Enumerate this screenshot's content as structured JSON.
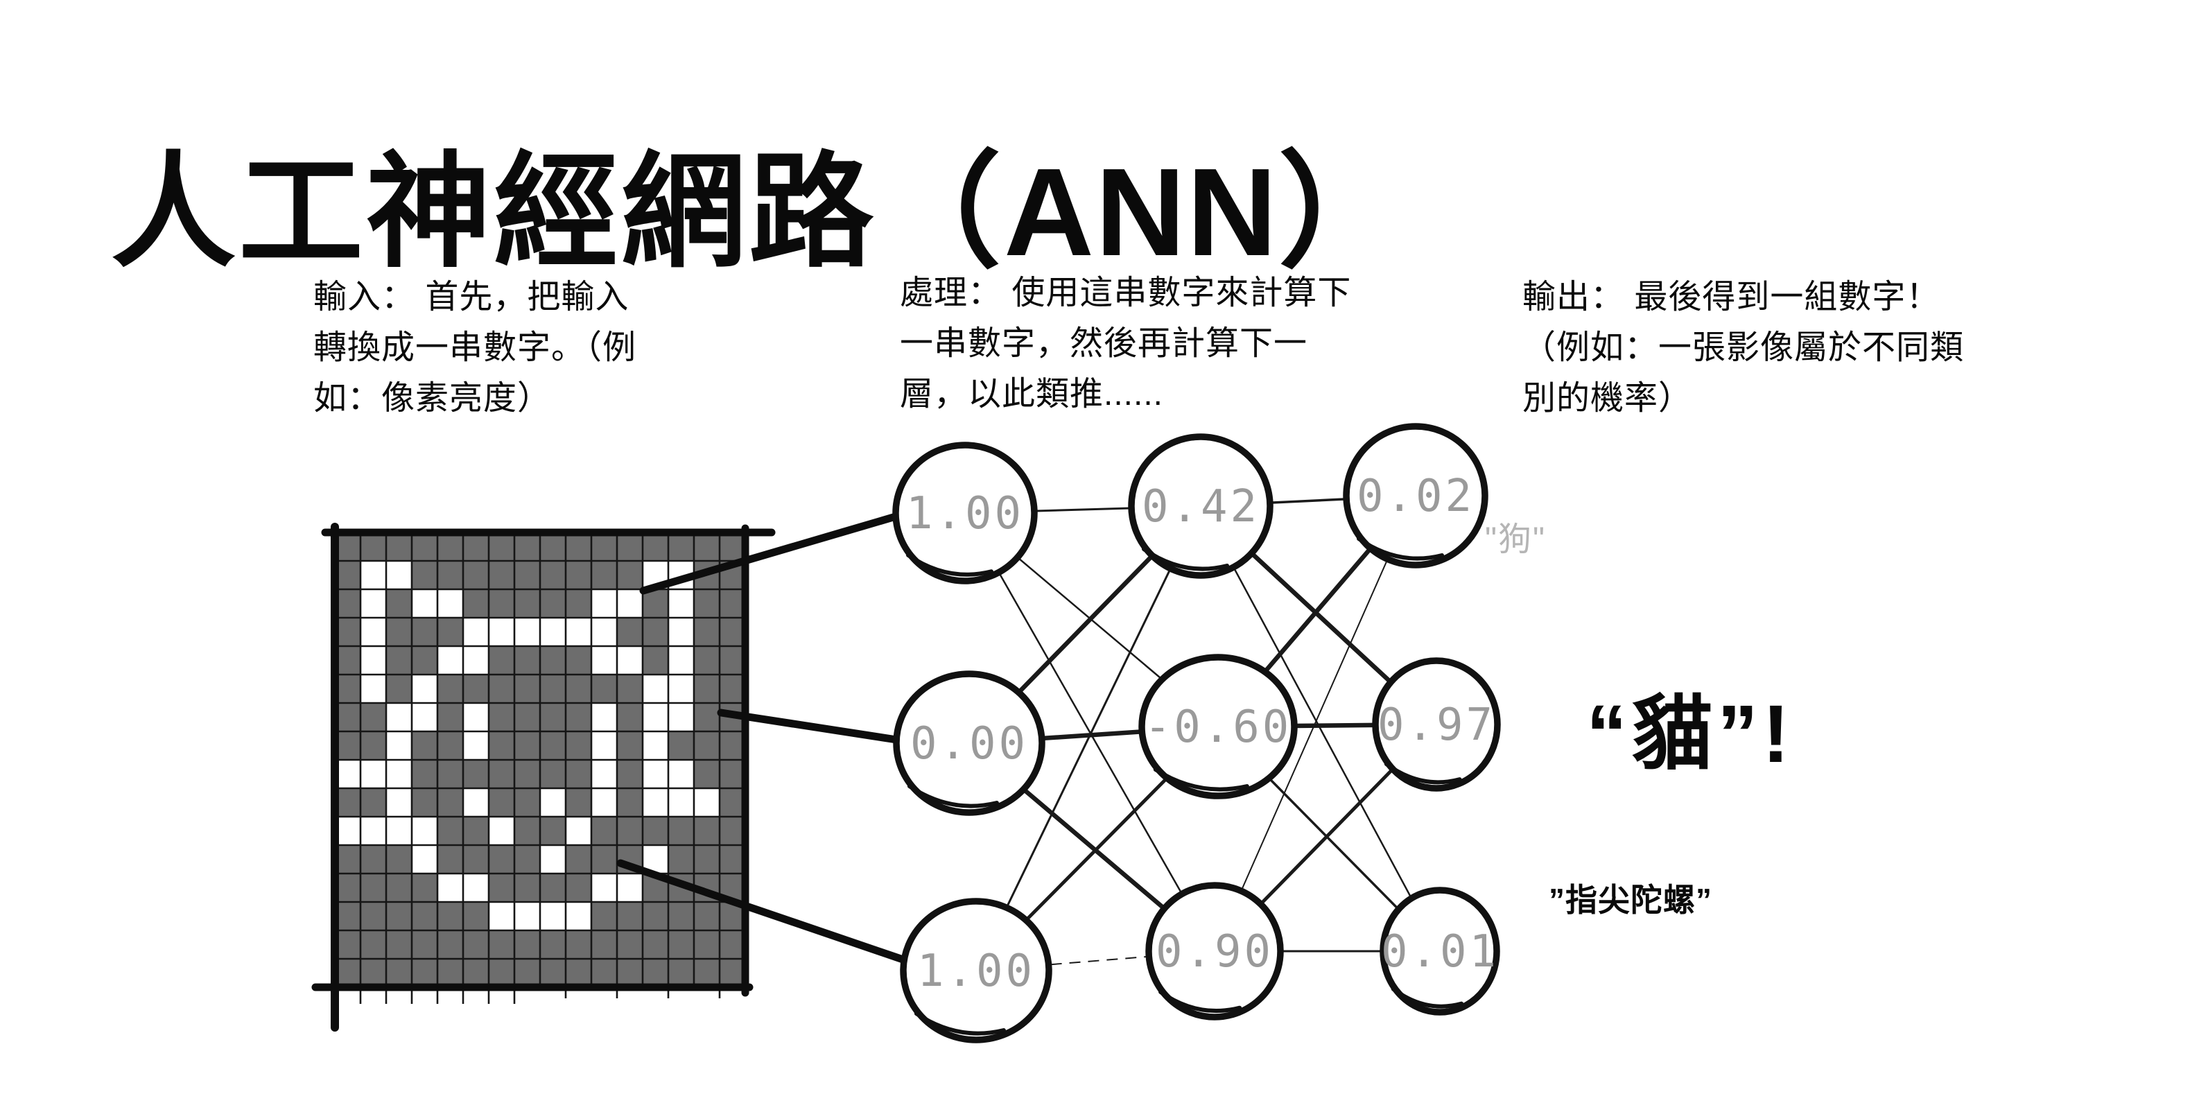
{
  "title": {
    "cjk": "人工神經網路",
    "open": "（",
    "acronym": "ANN",
    "close": "）"
  },
  "captions": {
    "input": {
      "lines": [
        "輸入： 首先，把輸入",
        "轉換成一串數字。（例",
        "如：像素亮度）"
      ]
    },
    "process": {
      "lines": [
        "處理： 使用這串數字來計算下",
        "一串數字，然後再計算下一",
        "層，以此類推......"
      ]
    },
    "output": {
      "lines": [
        "輸出： 最後得到一組數字！",
        "（例如：一張影像屬於不同類",
        "別的機率）"
      ]
    }
  },
  "pixel_grid": {
    "description": "hand-drawn 16x16 pixel image of a cat; 1 = white pixel, 0 = dark pixel",
    "cell_dark": "#6d6d6d",
    "cell_white": "#ffffff",
    "line_color": "#161616",
    "border_color": "#0d0d0d",
    "rows": [
      "0000000000000000",
      "0110000000001100",
      "0101100000110100",
      "0100011111100100",
      "0100110000110100",
      "0101000000001100",
      "0011010000101100",
      "0010010000101000",
      "1110000000101100",
      "0010010010101110",
      "1111001001000000",
      "0001000010001000",
      "0000110000110000",
      "0000001111000000",
      "0000000000000000",
      "0000000000000000"
    ]
  },
  "network": {
    "value_color": "#9a9a9a",
    "stroke_color": "#111111",
    "layers": [
      "input",
      "hidden",
      "output"
    ],
    "nodes": [
      {
        "id": "i1",
        "layer": "input",
        "value": "1.00"
      },
      {
        "id": "i2",
        "layer": "input",
        "value": "0.00"
      },
      {
        "id": "i3",
        "layer": "input",
        "value": "1.00"
      },
      {
        "id": "h1",
        "layer": "hidden",
        "value": "0.42"
      },
      {
        "id": "h2",
        "layer": "hidden",
        "value": "-0.60"
      },
      {
        "id": "h3",
        "layer": "hidden",
        "value": "0.90"
      },
      {
        "id": "o1",
        "layer": "output",
        "value": "0.02"
      },
      {
        "id": "o2",
        "layer": "output",
        "value": "0.97"
      },
      {
        "id": "o3",
        "layer": "output",
        "value": "0.01"
      }
    ]
  },
  "labels": {
    "dog": "\"狗\"",
    "cat_open": "“",
    "cat": "貓",
    "cat_close": "”!",
    "spinner": "”指尖陀螺”"
  }
}
